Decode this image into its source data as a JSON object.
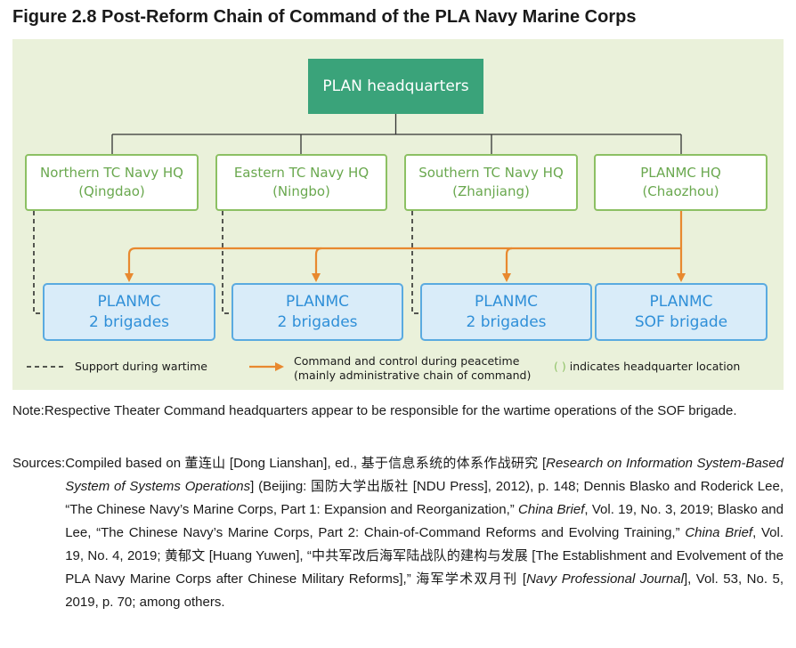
{
  "title": "Figure 2.8  Post-Reform Chain of Command of the PLA Navy Marine Corps",
  "top_node": {
    "label": "PLAN headquarters"
  },
  "theater_commands": [
    {
      "name": "Northern TC Navy HQ",
      "location": "(Qingdao)"
    },
    {
      "name": "Eastern TC Navy HQ",
      "location": "(Ningbo)"
    },
    {
      "name": "Southern TC Navy HQ",
      "location": "(Zhanjiang)"
    },
    {
      "name": "PLANMC HQ",
      "location": "(Chaozhou)"
    }
  ],
  "units": [
    {
      "line1": "PLANMC",
      "line2": "2 brigades"
    },
    {
      "line1": "PLANMC",
      "line2": "2 brigades"
    },
    {
      "line1": "PLANMC",
      "line2": "2 brigades"
    },
    {
      "line1": "PLANMC",
      "line2": "SOF brigade"
    }
  ],
  "legend": {
    "dashed": "Support during wartime",
    "arrow_line1": "Command and control during peacetime",
    "arrow_line2": "(mainly administrative chain of command)",
    "paren_symbol": "(    )",
    "paren_text": "indicates headquarter location"
  },
  "colors": {
    "hq_fill": "#3aa37a",
    "tc_border": "#8cc063",
    "unit_border": "#5aaae0",
    "unit_fill": "#d9ecf9",
    "command_arrow": "#e8892f",
    "panel_bg": "#eaf1da"
  },
  "note": {
    "label": "Note: ",
    "text": "Respective Theater Command headquarters appear to be responsible for the wartime operations of the SOF brigade."
  },
  "sources": {
    "label": "Sources: ",
    "segments": [
      {
        "t": "Compiled based on 董连山 [Dong Lianshan], ed., 基于信息系统的体系作战研究 [",
        "i": false
      },
      {
        "t": "Research on Information System-Based System of Systems Operations",
        "i": true
      },
      {
        "t": "] (Beijing: 国防大学出版社 [NDU Press], 2012), p. 148; Dennis Blasko and Roderick Lee, “The Chinese Navy’s Marine Corps, Part 1: Expansion and Reorganization,” ",
        "i": false
      },
      {
        "t": "China Brief",
        "i": true
      },
      {
        "t": ", Vol. 19, No. 3, 2019; Blasko and Lee, “The Chinese Navy’s Marine Corps, Part 2: Chain-of-Command Reforms and Evolving Training,” ",
        "i": false
      },
      {
        "t": "China Brief",
        "i": true
      },
      {
        "t": ", Vol. 19, No. 4, 2019; 黄郁文 [Huang Yuwen], “中共军改后海军陆战队的建构与发展 [The Establishment and Evolvement of the PLA Navy Marine Corps after Chinese Military Reforms],” 海军学术双月刊 [",
        "i": false
      },
      {
        "t": "Navy Professional Journal",
        "i": true
      },
      {
        "t": "], Vol. 53, No. 5, 2019, p. 70; among others.",
        "i": false
      }
    ]
  }
}
